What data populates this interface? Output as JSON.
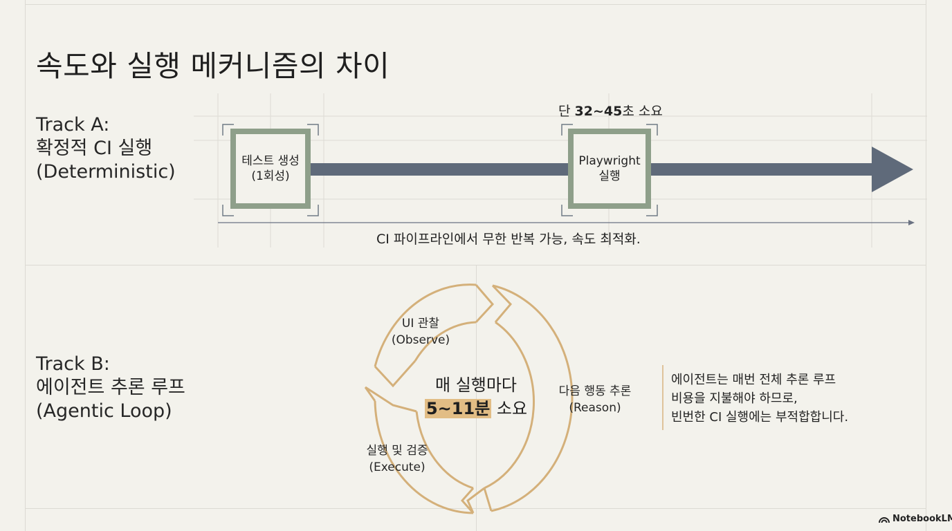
{
  "title": "속도와 실행 메커니즘의 차이",
  "track_a": {
    "label_lines": [
      "Track A:",
      "확정적 CI 실행",
      "(Deterministic)"
    ],
    "box1_lines": [
      "테스트 생성",
      "(1회성)"
    ],
    "box2_lines": [
      "Playwright",
      "실행"
    ],
    "time_prefix": "단 ",
    "time_value": "32~45",
    "time_suffix": "초 소요",
    "caption": "CI 파이프라인에서 무한 반복 가능, 속도 최적화."
  },
  "track_b": {
    "label_lines": [
      "Track B:",
      "에이전트 추론 루프",
      "(Agentic Loop)"
    ],
    "observe_lines": [
      "UI 관찰",
      "(Observe)"
    ],
    "reason_lines": [
      "다음 행동 추론",
      "(Reason)"
    ],
    "execute_lines": [
      "실행 및 검증",
      "(Execute)"
    ],
    "center_line1": "매 실행마다",
    "center_value": "5~11분",
    "center_suffix": " 소요",
    "note_lines": [
      "에이전트는 매번 전체 추론 루프",
      "비용을 지불해야 하므로,",
      "빈번한 CI 실행에는 부적합합니다."
    ]
  },
  "logo": {
    "text": "NotebookLM",
    "icon": "notebooklm-logo-icon"
  },
  "colors": {
    "arrow": "#5f6a7a",
    "box_border": "#8e9f8a",
    "loop": "#d4b07a",
    "highlight": "#e2bd85",
    "grid": "#dcdad3"
  }
}
